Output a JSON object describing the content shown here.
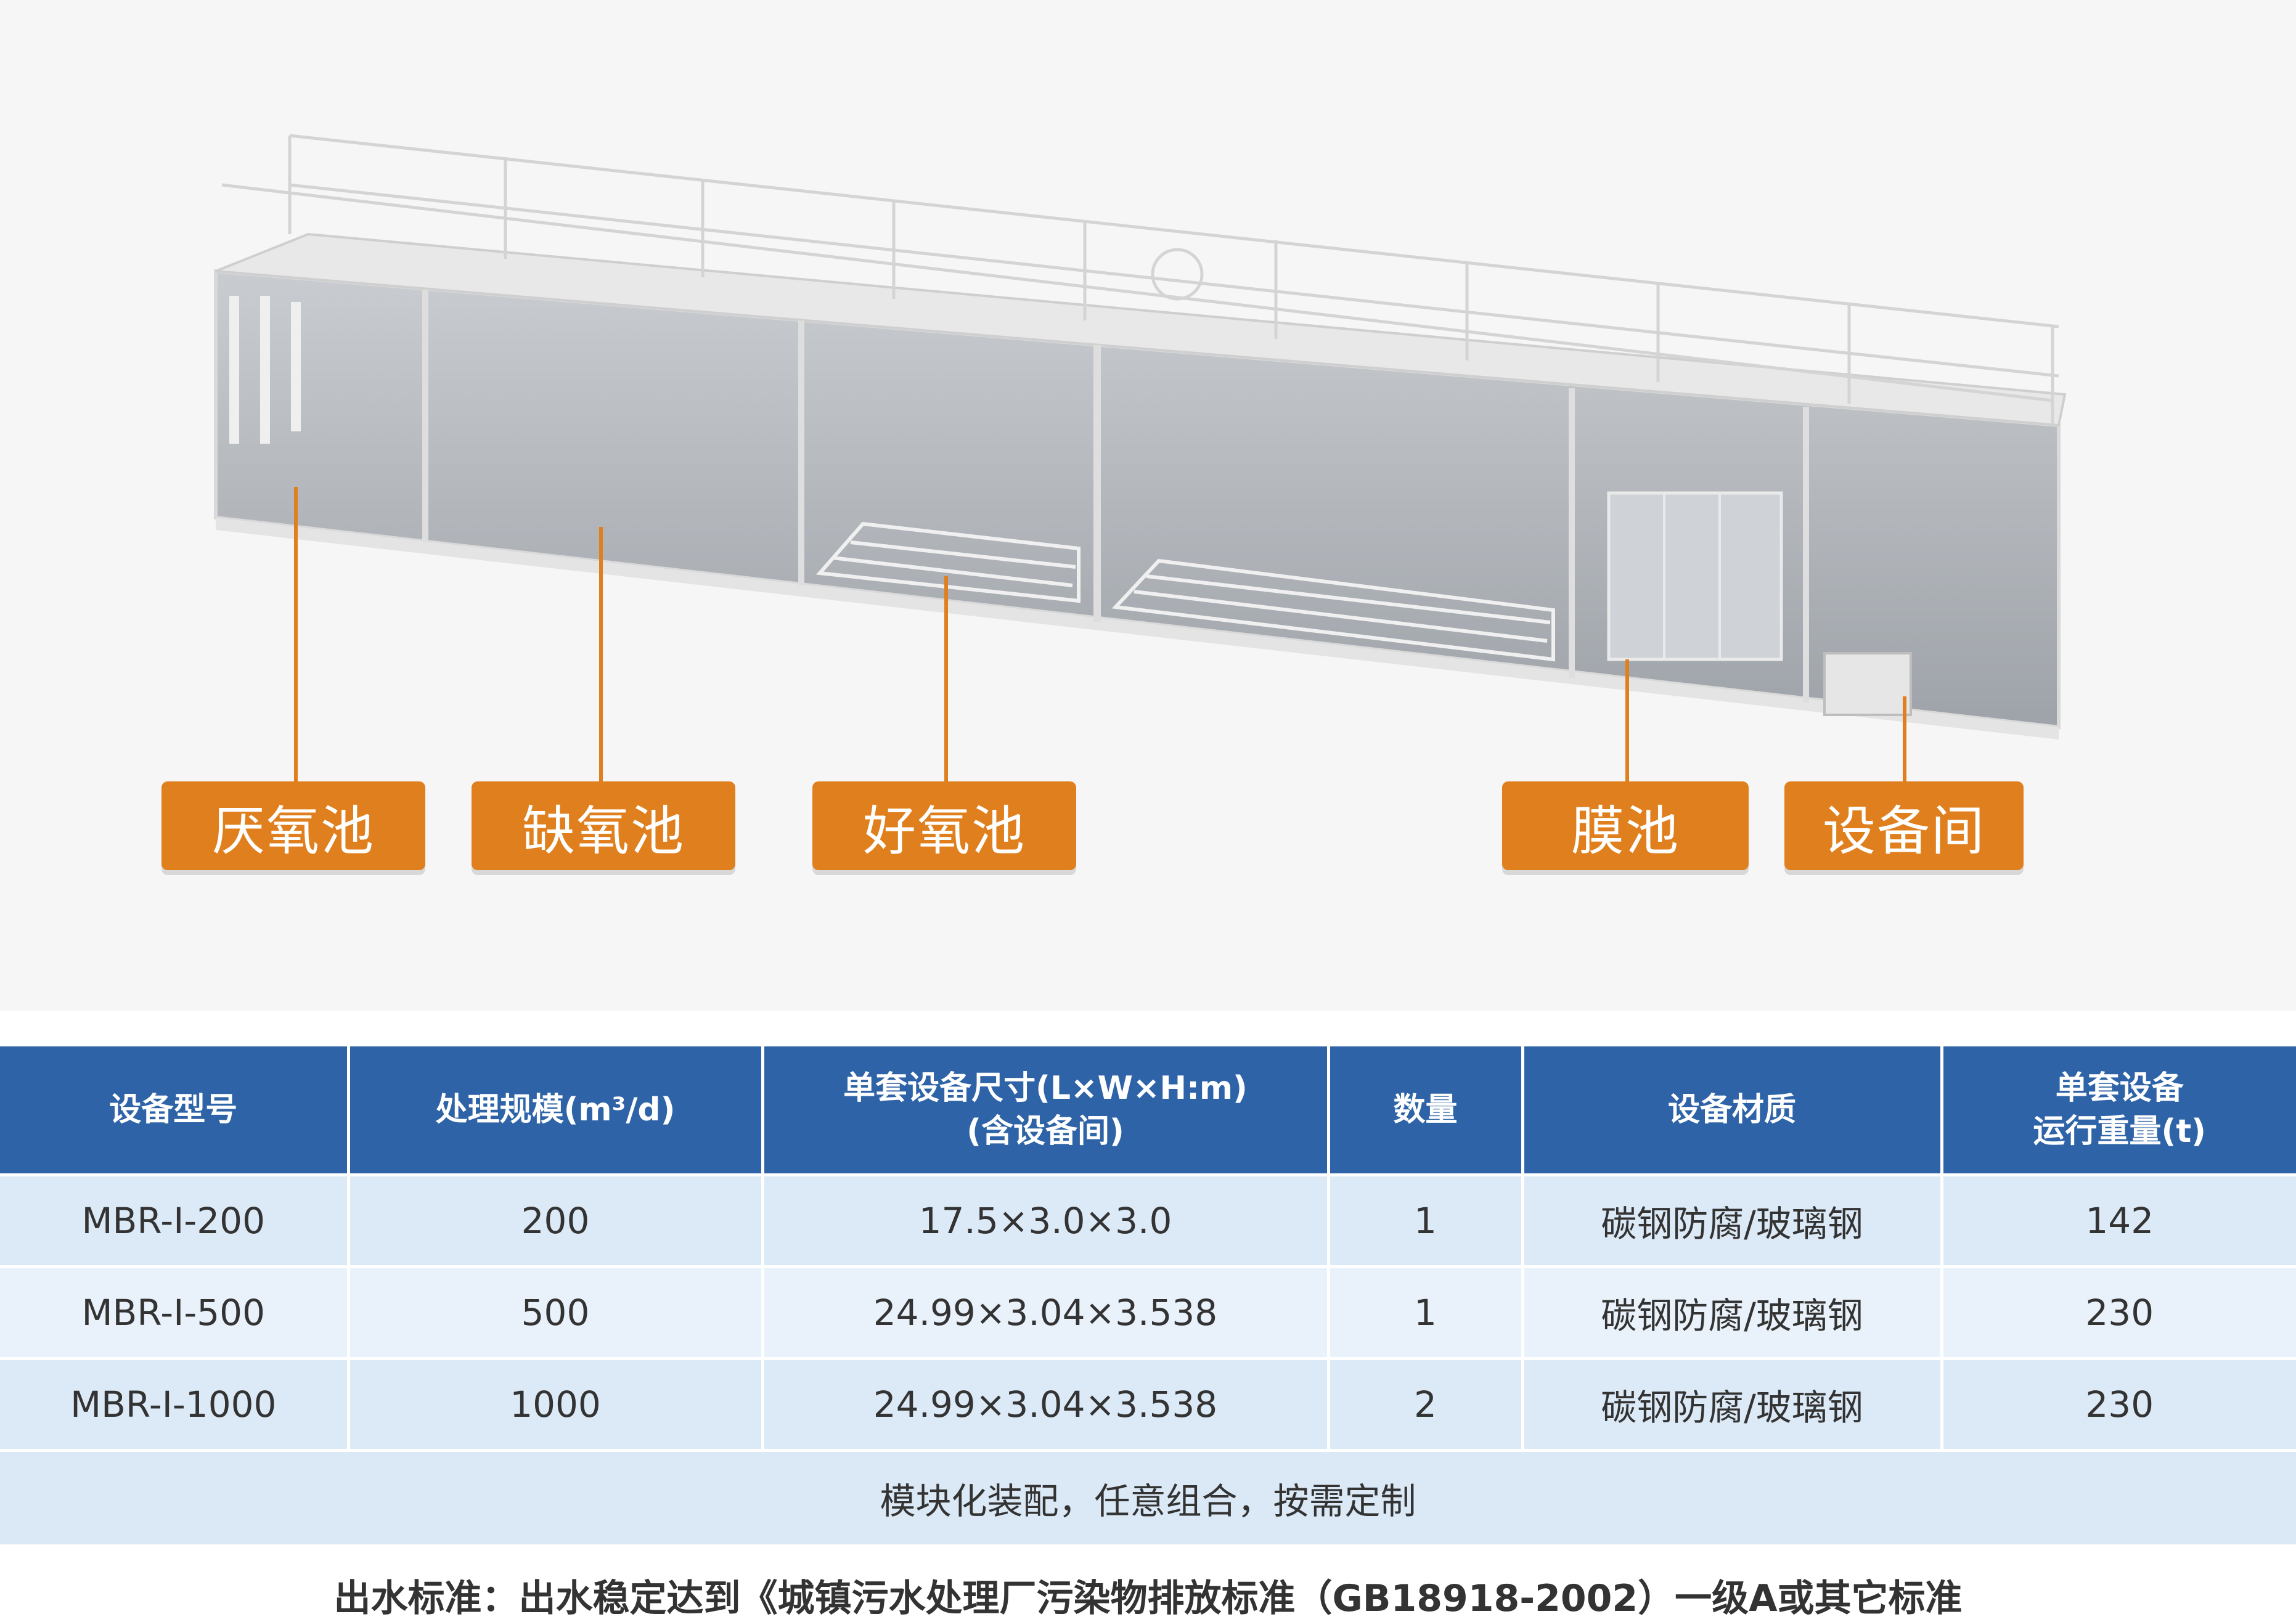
{
  "figure": {
    "labels": [
      "厌氧池",
      "缺氧池",
      "好氧池",
      "膜池",
      "设备间"
    ]
  },
  "table": {
    "headers": [
      {
        "line1": "设备型号",
        "line2": ""
      },
      {
        "line1": "处理规模(m³/d)",
        "line2": ""
      },
      {
        "line1": "单套设备尺寸(L×W×H:m)",
        "line2": "(含设备间)"
      },
      {
        "line1": "数量",
        "line2": ""
      },
      {
        "line1": "设备材质",
        "line2": ""
      },
      {
        "line1": "单套设备",
        "line2": "运行重量(t)"
      }
    ],
    "rows": [
      [
        "MBR-I-200",
        "200",
        "17.5×3.0×3.0",
        "1",
        "碳钢防腐/玻璃钢",
        "142"
      ],
      [
        "MBR-I-500",
        "500",
        "24.99×3.04×3.538",
        "1",
        "碳钢防腐/玻璃钢",
        "230"
      ],
      [
        "MBR-I-1000",
        "1000",
        "24.99×3.04×3.538",
        "2",
        "碳钢防腐/玻璃钢",
        "230"
      ]
    ],
    "note": "模块化装配，任意组合，按需定制"
  },
  "footer": "出水标准：出水稳定达到《城镇污水处理厂污染物排放标准（GB18918-2002）一级A或其它标准",
  "colors": {
    "accent_orange": "#e07f1d",
    "header_blue": "#2e64a7",
    "row_light": "#dce9f6"
  }
}
